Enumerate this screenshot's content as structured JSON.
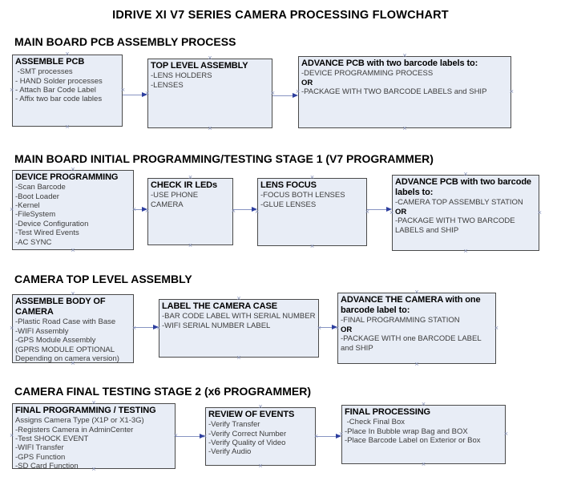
{
  "title": "IDRIVE XI V7 SERIES CAMERA PROCESSING FLOWCHART",
  "colors": {
    "box_fill": "#e8edf6",
    "box_border": "#4a4a4a",
    "arrow_line": "#8794c2",
    "arrow_head": "#2e3f9f",
    "connection_marker": "#8a95bb"
  },
  "sections": [
    {
      "heading": "MAIN BOARD PCB ASSEMBLY PROCESS",
      "boxes": [
        {
          "title": "ASSEMBLE PCB",
          "items": [
            " -SMT processes",
            "- HAND Solder processes",
            "- Attach Bar Code Label",
            "- Affix two bar code lables"
          ]
        },
        {
          "title": "TOP LEVEL ASSEMBLY",
          "items": [
            "-LENS HOLDERS",
            "-LENSES"
          ]
        },
        {
          "title": "ADVANCE PCB with two barcode labels to:",
          "items": [
            "-DEVICE PROGRAMMING PROCESS",
            "OR",
            "-PACKAGE WITH TWO BARCODE LABELS and SHIP"
          ]
        }
      ]
    },
    {
      "heading": "MAIN BOARD INITIAL PROGRAMMING/TESTING STAGE 1 (V7 PROGRAMMER)",
      "boxes": [
        {
          "title": "DEVICE PROGRAMMING",
          "items": [
            "-Scan Barcode",
            "-Boot Loader",
            "-Kernel",
            "-FileSystem",
            "-Device Configuration",
            "-Test Wired Events",
            "-AC SYNC"
          ]
        },
        {
          "title": "CHECK IR LEDs",
          "items": [
            "-USE PHONE CAMERA"
          ]
        },
        {
          "title": "LENS FOCUS",
          "items": [
            "-FOCUS BOTH LENSES",
            "-GLUE LENSES"
          ]
        },
        {
          "title": "ADVANCE PCB with two barcode labels to:",
          "items": [
            "-CAMERA TOP ASSEMBLY STATION",
            "OR",
            "-PACKAGE WITH TWO BARCODE LABELS and SHIP"
          ]
        }
      ]
    },
    {
      "heading": "CAMERA TOP LEVEL ASSEMBLY",
      "boxes": [
        {
          "title": "ASSEMBLE BODY OF CAMERA",
          "items": [
            "-Plastic Road Case with Base",
            "-WIFI Assembly",
            "-GPS Module Assembly",
            "(GPRS MODULE OPTIONAL",
            "Depending on camera version)"
          ]
        },
        {
          "title": "LABEL THE CAMERA CASE",
          "items": [
            "-BAR CODE LABEL WITH SERIAL NUMBER",
            "-WIFI SERIAL NUMBER LABEL"
          ]
        },
        {
          "title": "ADVANCE THE CAMERA with one barcode label to:",
          "items": [
            "-FINAL PROGRAMMING STATION",
            "OR",
            "-PACKAGE WITH one BARCODE LABEL and SHIP"
          ]
        }
      ]
    },
    {
      "heading": "CAMERA FINAL TESTING STAGE 2 (x6 PROGRAMMER)",
      "boxes": [
        {
          "title": "FINAL PROGRAMMING / TESTING",
          "items": [
            "Assigns Camera Type (X1P or X1-3G)",
            "-Registers Camera in AdminCenter",
            "-Test SHOCK EVENT",
            "-WIFI Transfer",
            "-GPS Function",
            "-SD Card Function"
          ]
        },
        {
          "title": "REVIEW OF EVENTS",
          "items": [
            "-Verify Transfer",
            "-Verify Correct Number",
            "-Verify Quality of Video",
            "-Verify Audio"
          ]
        },
        {
          "title": "FINAL PROCESSING",
          "items": [
            " -Check Final Box",
            "-Place In Bubble wrap Bag and BOX",
            "-Place Barcode Label on Exterior or Box"
          ]
        }
      ]
    }
  ]
}
